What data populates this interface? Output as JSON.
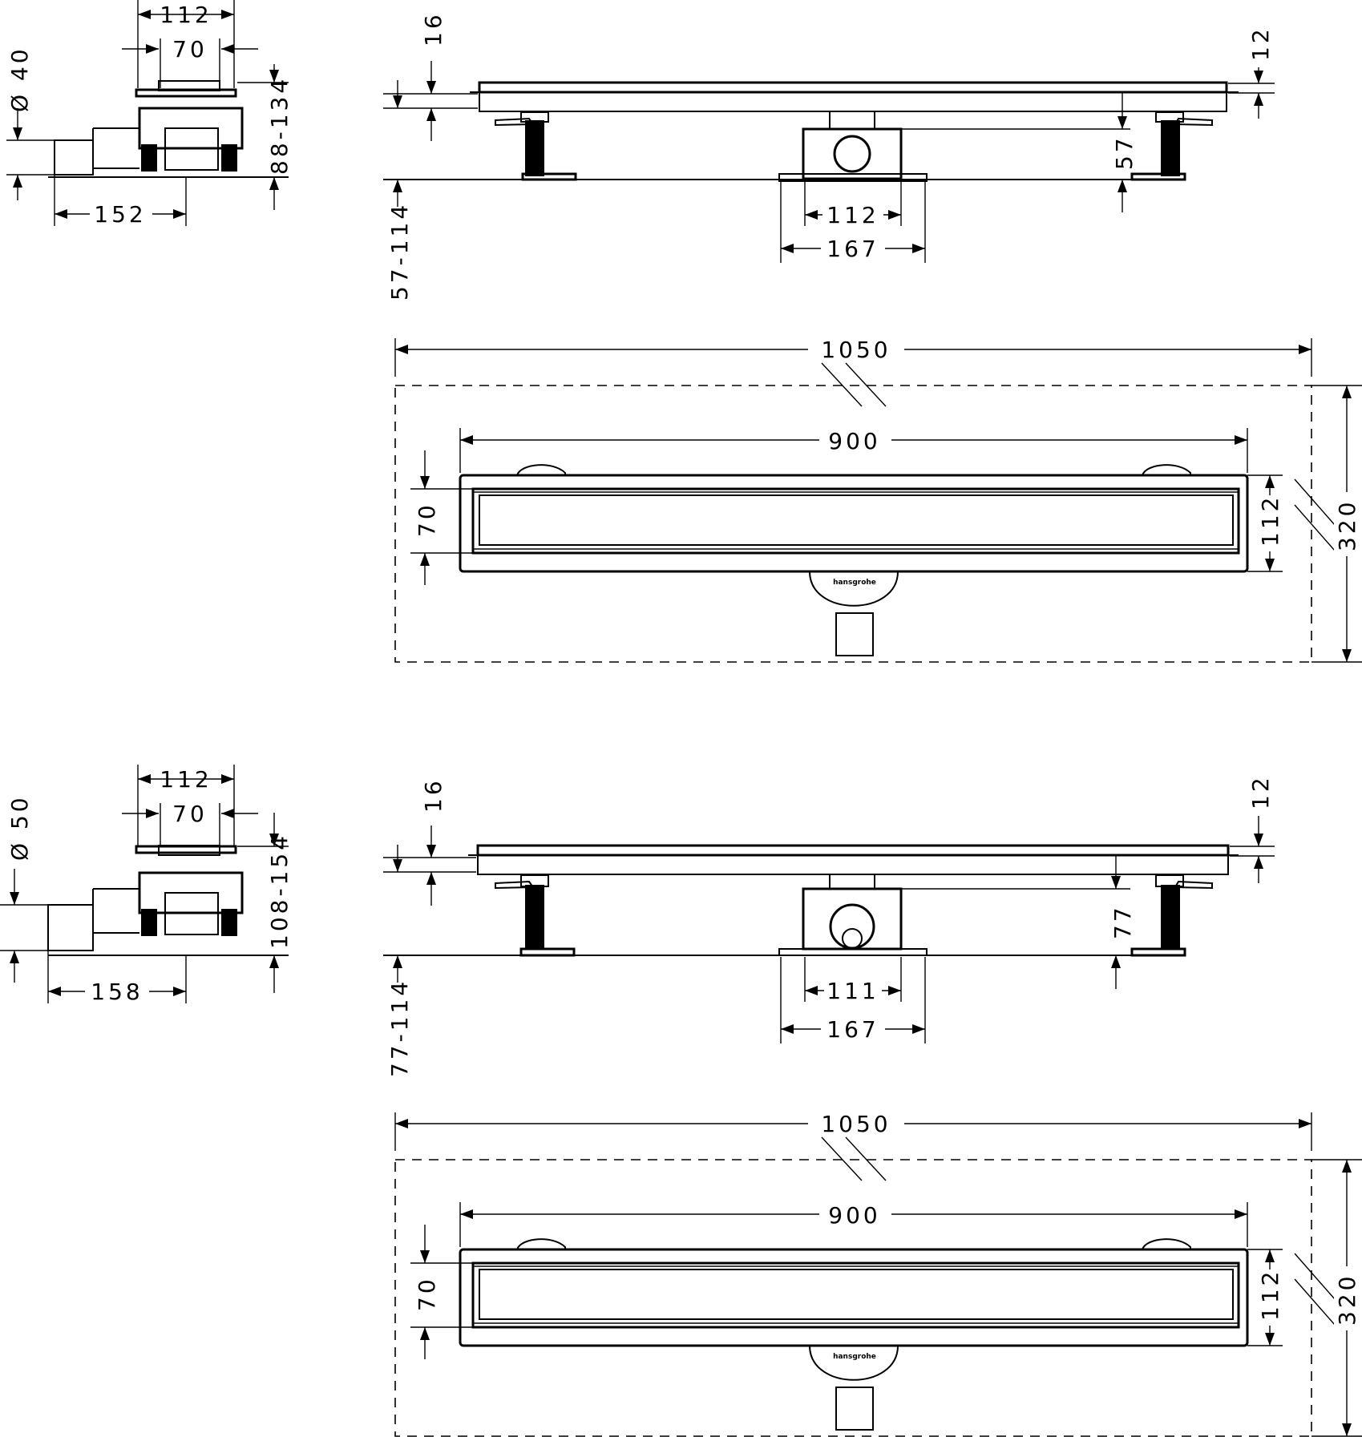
{
  "variants": [
    {
      "id": "variant-1",
      "side": {
        "diameter": "Ø 40",
        "width_top": "112",
        "width_inner": "70",
        "height_range": "88-134",
        "depth": "152"
      },
      "front": {
        "top_offset": "16",
        "rim_height": "12",
        "outlet_height": "57",
        "feet_height": "57-114",
        "box_width": "112",
        "base_width": "167"
      },
      "plan": {
        "overall_length": "1050",
        "channel_length": "900",
        "channel_width": "70",
        "frame_width": "112",
        "overall_width": "320"
      }
    },
    {
      "id": "variant-2",
      "side": {
        "diameter": "Ø 50",
        "width_top": "112",
        "width_inner": "70",
        "height_range": "108-154",
        "depth": "158"
      },
      "front": {
        "top_offset": "16",
        "rim_height": "12",
        "outlet_height": "77",
        "feet_height": "77-114",
        "box_width": "111",
        "base_width": "167"
      },
      "plan": {
        "overall_length": "1050",
        "channel_length": "900",
        "channel_width": "70",
        "frame_width": "112",
        "overall_width": "320"
      }
    }
  ],
  "brand_mark": "hansgrohe"
}
